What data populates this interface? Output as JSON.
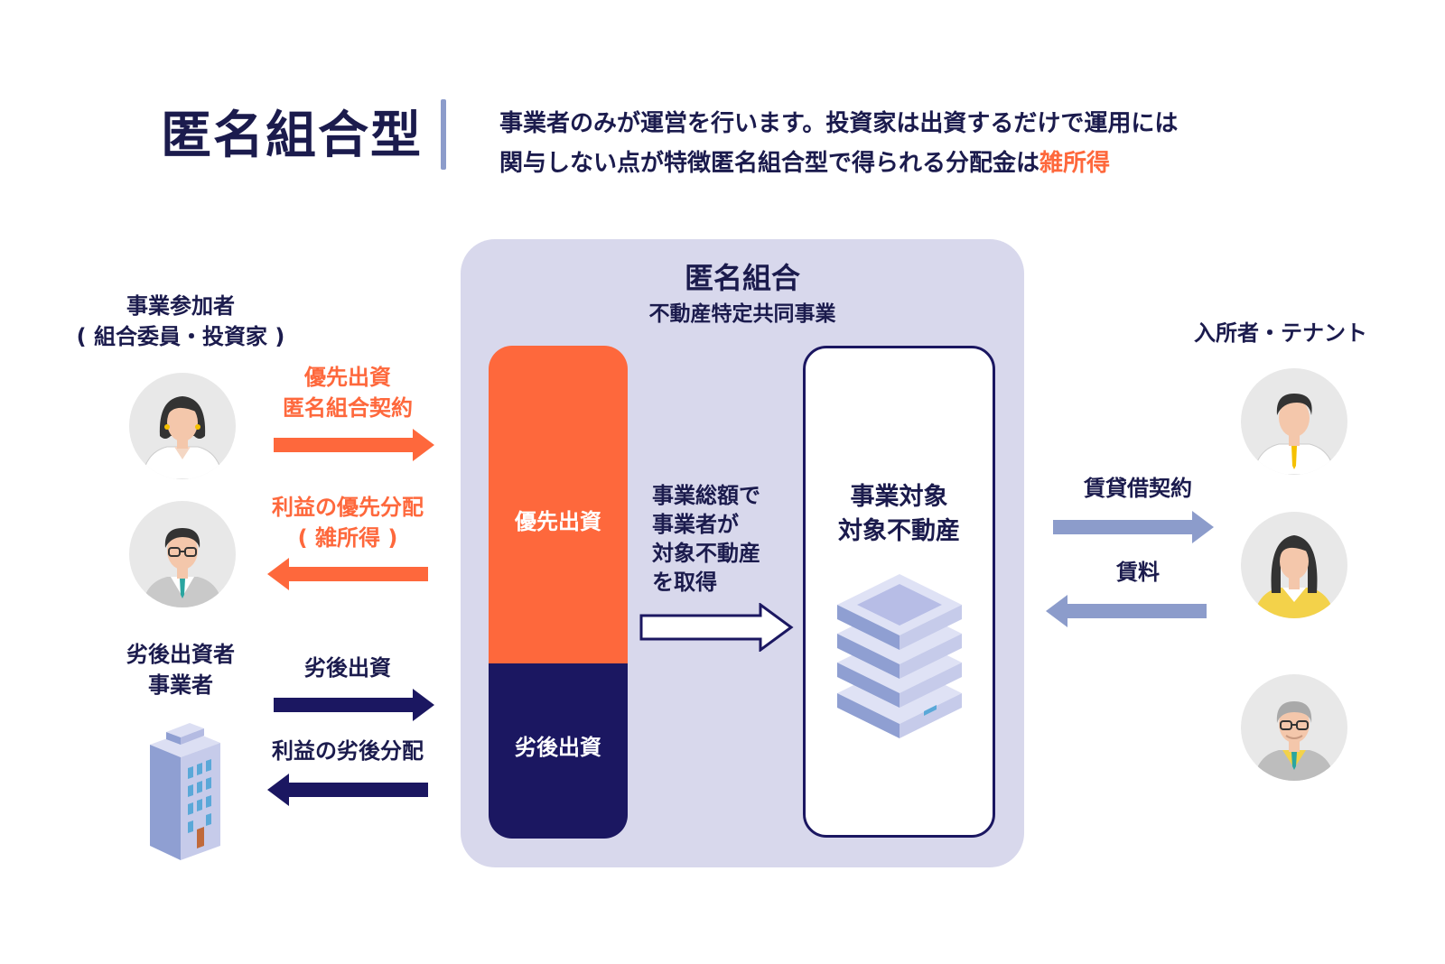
{
  "header": {
    "title": "匿名組合型",
    "description_line1": "事業者のみが運営を行います。投資家は出資するだけで運用には",
    "description_line2_prefix": "関与しない点が特徴匿名組合型で得られる分配金は",
    "description_line2_highlight": "雑所得"
  },
  "left": {
    "participants_label_line1": "事業参加者",
    "participants_label_line2": "( 組合委員・投資家 )",
    "junior_label_line1": "劣後出資者",
    "junior_label_line2": "事業者",
    "arrow_senior_invest_line1": "優先出資",
    "arrow_senior_invest_line2": "匿名組合契約",
    "arrow_senior_dist_line1": "利益の優先分配",
    "arrow_senior_dist_line2": "( 雑所得 )",
    "arrow_junior_invest": "劣後出資",
    "arrow_junior_dist": "利益の劣後分配"
  },
  "panel": {
    "title": "匿名組合",
    "subtitle": "不動産特定共同事業",
    "senior_block": "優先出資",
    "junior_block": "劣後出資",
    "acquire_line1": "事業総額で",
    "acquire_line2": "事業者が",
    "acquire_line3": "対象不動産",
    "acquire_line4": "を取得",
    "target_line1": "事業対象",
    "target_line2": "対象不動産"
  },
  "right": {
    "tenants_label": "入所者・テナント",
    "arrow_lease": "賃貸借契約",
    "arrow_rent": "賃料"
  },
  "colors": {
    "navy": "#1b1761",
    "orange": "#fe683c",
    "panel": "#d8d8ec",
    "lease_arrow": "#8c9ccb"
  }
}
